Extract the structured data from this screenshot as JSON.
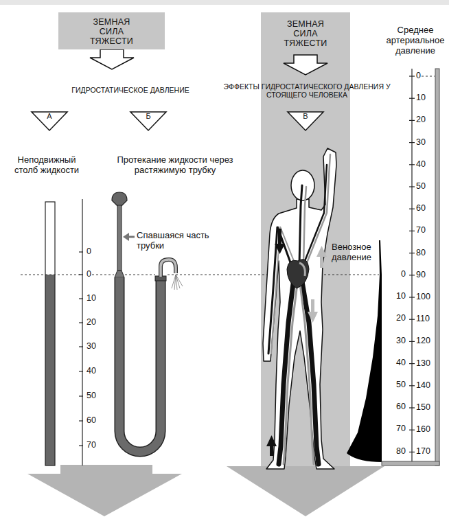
{
  "diagram": {
    "nodes": [
      {
        "text": [
          "ЗЕМНАЯ СИЛА ТЯЖЕСТИ"
        ]
      },
      {
        "text": [
          "ЗЕМНАЯ СИЛА ТЯЖЕСТИ"
        ]
      }
    ],
    "labels": [
      "ГИДРОСТАТИЧЕСКОЕ ДАВЛЕНИЕ",
      "А",
      "Б",
      "ЭФФЕКТЫ ГИДРОСТАТИЧЕСКОГО ДАВЛЕНИЯ У СТОЯЩЕГО ЧЕЛОВЕКА",
      "В",
      "Неподвижный столб жидкости",
      "Протекание жидкости через растяжимую трубку",
      "Среднее артериальное давление",
      "Спавшаяся часть трубки",
      "Венозное давление",
      "0",
      "0",
      "10",
      "20",
      "30",
      "40",
      "50",
      "60",
      "70",
      "0",
      "10",
      "20",
      "30",
      "40",
      "50",
      "60",
      "70",
      "80",
      "90",
      "100",
      "110",
      "120",
      "130",
      "140",
      "150",
      "160",
      "170",
      "0",
      "10",
      "20",
      "30",
      "40",
      "50",
      "60",
      "70",
      "80"
    ]
  }
}
